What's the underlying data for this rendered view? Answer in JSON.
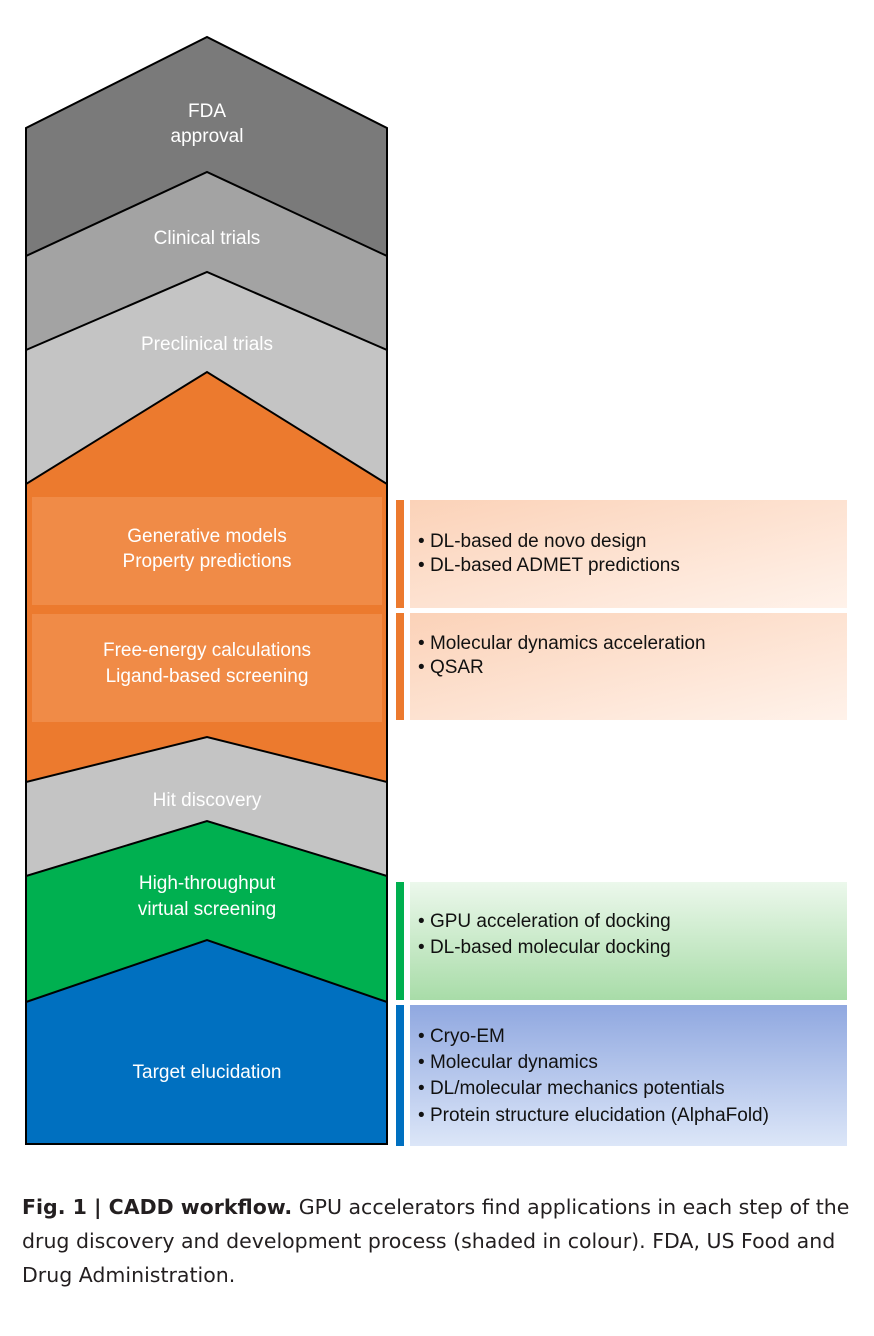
{
  "stages": {
    "fda": {
      "line1": "FDA",
      "line2": "approval",
      "color": "#7a7a7a"
    },
    "clinical": {
      "label": "Clinical trials",
      "color": "#a3a3a3"
    },
    "preclinical": {
      "label": "Preclinical trials",
      "color": "#c4c4c4"
    },
    "lead": {
      "color": "#ec7a2e",
      "box1": {
        "line1": "Generative models",
        "line2": "Property predictions"
      },
      "box2": {
        "line1": "Free-energy calculations",
        "line2": "Ligand-based screening"
      }
    },
    "hit": {
      "label": "Hit discovery",
      "color": "#c4c4c4"
    },
    "htvs": {
      "line1": "High-throughput",
      "line2": "virtual screening",
      "color": "#00b050"
    },
    "target": {
      "label": "Target elucidation",
      "color": "#0070c0"
    }
  },
  "panels": {
    "lead_generative": [
      "DL-based de novo design",
      "DL-based ADMET predictions"
    ],
    "lead_free_energy": [
      "Molecular dynamics acceleration",
      "QSAR"
    ],
    "htvs": [
      "GPU acceleration of docking",
      "DL-based molecular docking"
    ],
    "target": [
      "Cryo-EM",
      "Molecular dynamics",
      "DL/molecular mechanics potentials",
      "Protein structure elucidation (AlphaFold)"
    ]
  },
  "caption": {
    "prefix": "Fig. 1 | CADD workflow.",
    "text": " GPU accelerators find applications in each step of the drug discovery and development process (shaded in colour). FDA, US Food and Drug Administration."
  }
}
